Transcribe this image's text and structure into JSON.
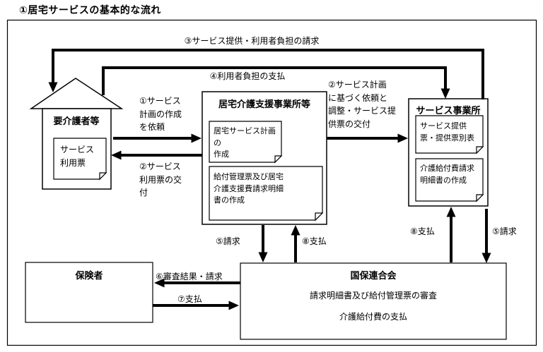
{
  "title": "①居宅サービスの基本的な流れ",
  "nodes": {
    "care_recipient": {
      "label": "要介護者等",
      "doc": "サービス\n利用票"
    },
    "support_office": {
      "label": "居宅介護支援事業所等",
      "doc_plan": "居宅サービス計画の\n作成",
      "doc_billing": "給付管理票及び居宅\n介護支援費請求明細\n書の作成"
    },
    "service_provider": {
      "label": "サービス事業所",
      "doc_slip": "サービス提供\n票・提供票別表",
      "doc_statement": "介護給付費請求\n明細書の作成"
    },
    "insurer": {
      "label": "保険者"
    },
    "kokuho_federation": {
      "label": "国保連合会",
      "line1": "請求明細書及び給付管理票の審査",
      "line2": "介護給付費の支払"
    }
  },
  "flows": {
    "f1": "①サービス\n計画の作成\nを依頼",
    "f2_to_user": "②サービス\n利用票の交\n付",
    "f2_to_provider": "②サービス計画\nに基づく依頼と\n調整・サービス提\n供票の交付",
    "f3": "③サービス提供・利用者負担の請求",
    "f4": "④利用者負担の支払",
    "f5_support": "⑤請求",
    "f8_support": "⑧支払",
    "f8_provider": "⑧支払",
    "f5_provider": "⑤請求",
    "f6": "⑥審査結果・請求",
    "f7": "⑦支払"
  }
}
